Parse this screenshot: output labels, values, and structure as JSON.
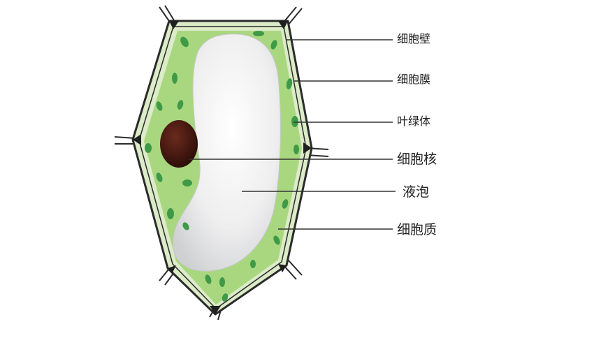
{
  "diagram": {
    "labels": {
      "cell_wall": "细胞壁",
      "cell_membrane": "细胞膜",
      "chloroplast": "叶绿体",
      "nucleus": "细胞核",
      "vacuole": "液泡",
      "cytoplasm": "细胞质"
    },
    "colors": {
      "wall_dark": "#2b2b2b",
      "wall_light": "#dcebc8",
      "cytoplasm": "#a9d77f",
      "chloroplast": "#3f9a48",
      "vacuole": "#e4e4e6",
      "nucleus": "#4a1a12",
      "leader_line": "#333333"
    }
  }
}
